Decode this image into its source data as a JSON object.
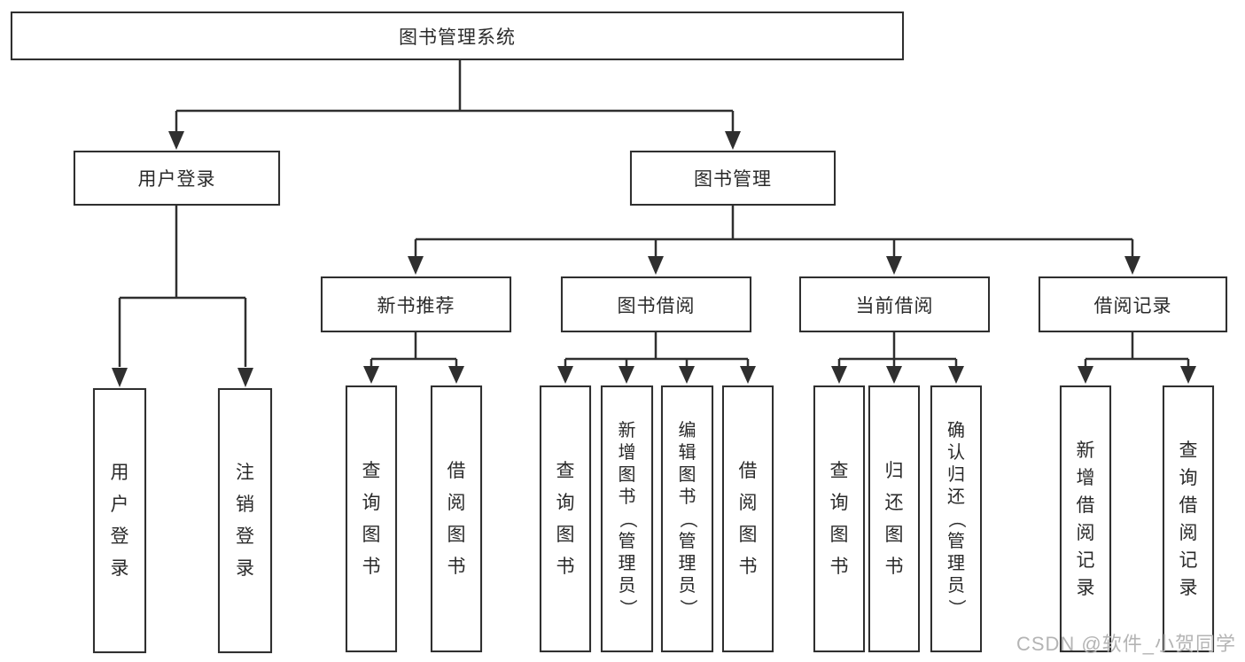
{
  "diagram": {
    "root": {
      "label": "图书管理系统"
    },
    "level2": [
      {
        "label": "用户登录",
        "children": [
          {
            "label": "用户登录"
          },
          {
            "label": "注销登录"
          }
        ]
      },
      {
        "label": "图书管理",
        "groups": [
          {
            "label": "新书推荐",
            "children": [
              {
                "label": "查询图书"
              },
              {
                "label": "借阅图书"
              }
            ]
          },
          {
            "label": "图书借阅",
            "children": [
              {
                "label": "查询图书"
              },
              {
                "label": "新增图书（管理员）"
              },
              {
                "label": "编辑图书（管理员）"
              },
              {
                "label": "借阅图书"
              }
            ]
          },
          {
            "label": "当前借阅",
            "children": [
              {
                "label": "查询图书"
              },
              {
                "label": "归还图书"
              },
              {
                "label": "确认归还（管理员）"
              }
            ]
          },
          {
            "label": "借阅记录",
            "children": [
              {
                "label": "新增借阅记录"
              },
              {
                "label": "查询借阅记录"
              }
            ]
          }
        ]
      }
    ]
  },
  "watermark": {
    "text": "CSDN @软件_小贺同学"
  },
  "colors": {
    "line": "#2f2f2f",
    "border": "#2f2f2f",
    "fill": "#ffffff",
    "text": "#2a2a2a",
    "watermark": "#b4b4b4",
    "bg": "#ffffff"
  }
}
